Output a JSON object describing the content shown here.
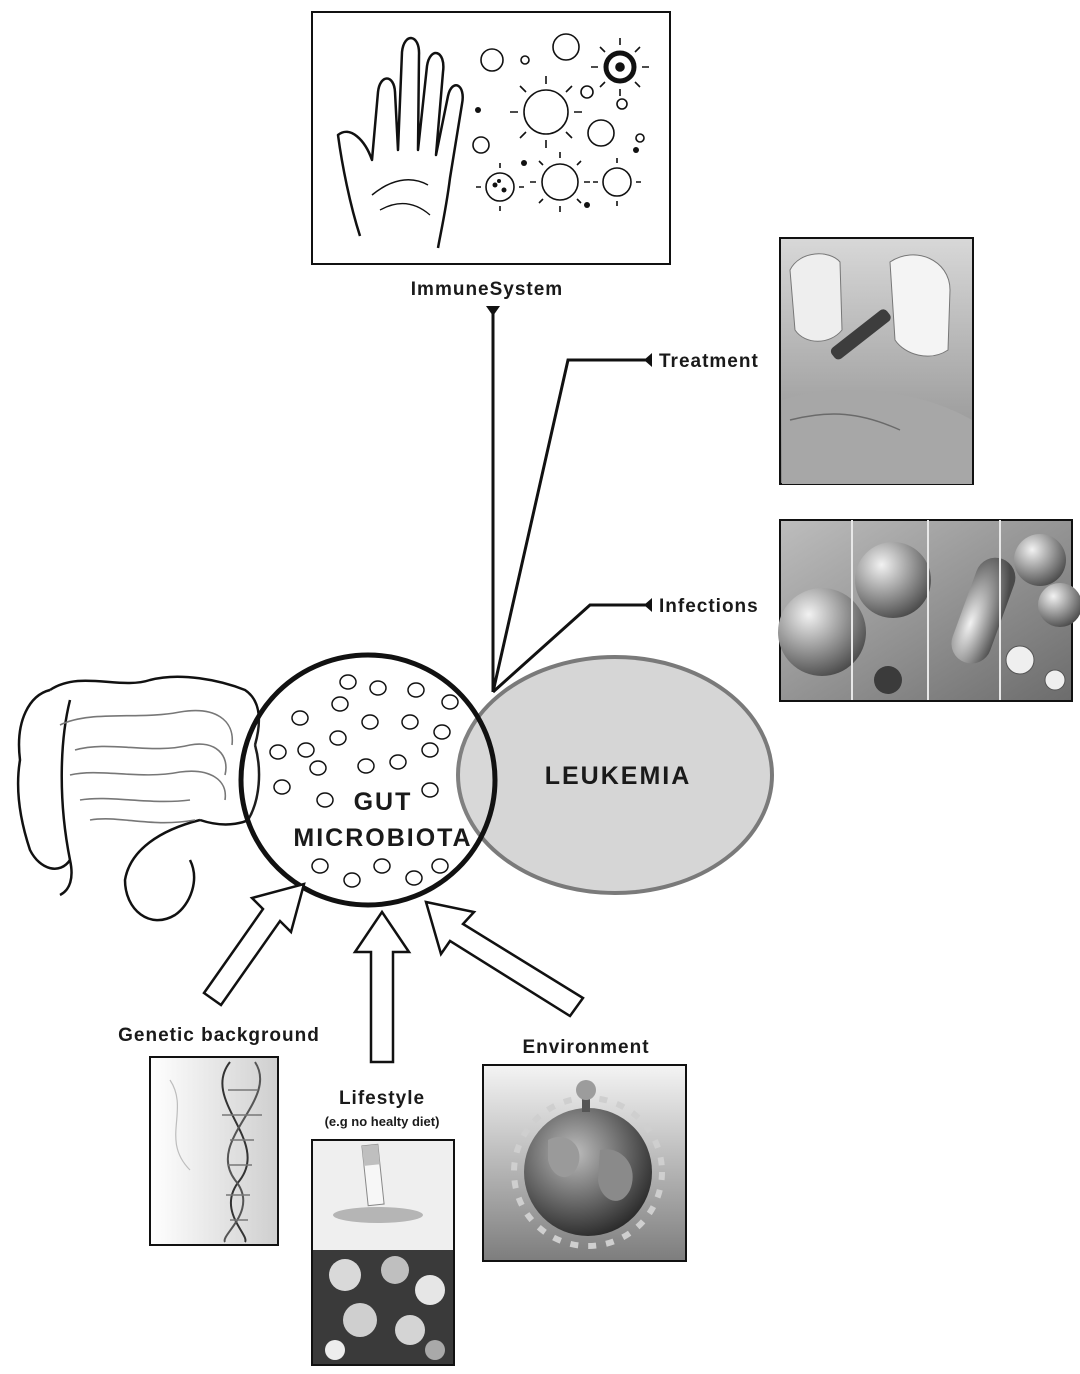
{
  "labels": {
    "immune_system": "ImmuneSystem",
    "treatment": "Treatment",
    "infections": "Infections",
    "gut_line1": "GUT",
    "gut_line2": "MICROBIOTA",
    "leukemia": "LEUKEMIA",
    "genetic": "Genetic background",
    "lifestyle": "Lifestyle",
    "lifestyle_note": "(e.g no healty diet)",
    "environment": "Environment"
  },
  "colors": {
    "line": "#111111",
    "leukemia_fill": "#d6d6d6",
    "leukemia_stroke": "#7a7a7a"
  },
  "images": {
    "immune_panel": "hand-and-viruses-illustration",
    "treatment_photo": "gloved-hands-injection-photo",
    "infections_photo": "microbes-collage-photo",
    "genetic_photo": "dna-helix-image",
    "lifestyle_photo": "cigarette-and-food-bowls-photo",
    "environment_photo": "earth-globe-image",
    "intestine": "intestine-outline-drawing"
  }
}
